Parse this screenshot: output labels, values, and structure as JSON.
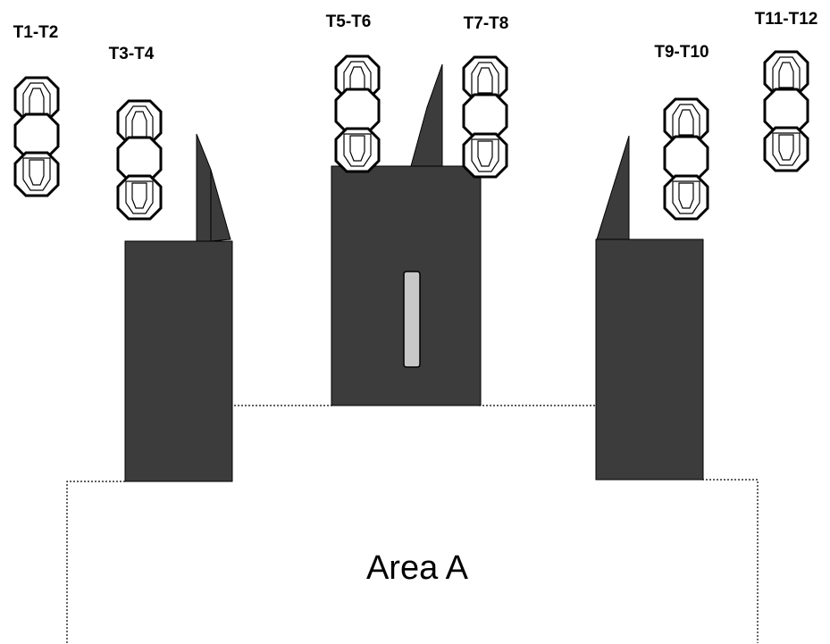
{
  "area": {
    "label": "Area A"
  },
  "targets": [
    {
      "id": "t1",
      "label": "T1-T2"
    },
    {
      "id": "t2",
      "label": "T3-T4"
    },
    {
      "id": "t3",
      "label": "T5-T6"
    },
    {
      "id": "t4",
      "label": "T7-T8"
    },
    {
      "id": "t5",
      "label": "T9-T10"
    },
    {
      "id": "t6",
      "label": "T11-T12"
    }
  ],
  "colors": {
    "block": "#3c3c3c",
    "window": "#c8c8c8",
    "outline": "#000000"
  }
}
